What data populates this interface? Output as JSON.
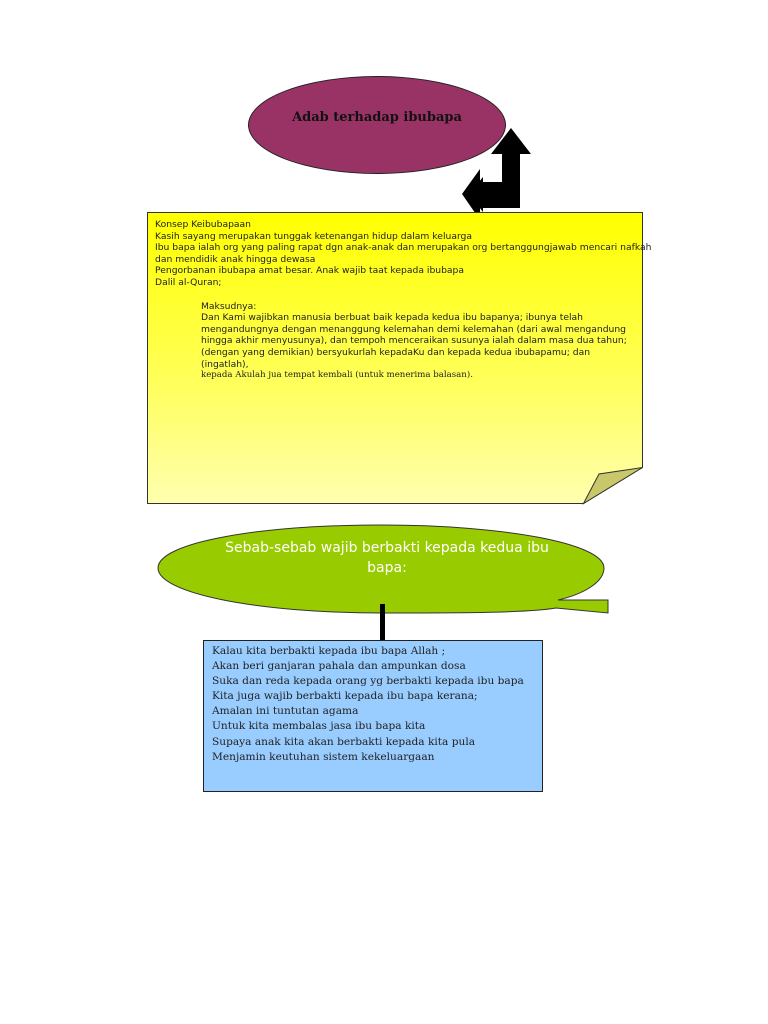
{
  "title": "Adab terhadap ibubapa",
  "note": {
    "lines": [
      "Konsep Keibubapaan",
      "Kasih sayang merupakan tunggak ketenangan hidup dalam keluarga",
      "Ibu bapa ialah org yang paling rapat dgn anak-anak dan merupakan org bertanggungjawab mencari nafkah",
      "dan mendidik anak hingga dewasa",
      "Pengorbanan ibubapa amat besar. Anak wajib taat kepada ibubapa",
      "Dalil al-Quran;"
    ],
    "maksud_label": "Maksudnya:",
    "maksud_text": "Dan Kami wajibkan manusia berbuat baik kepada kedua ibu bapanya; ibunya telah mengandungnya dengan menanggung kelemahan demi kelemahan (dari awal mengandung hingga akhir menyusunya), dan tempoh menceraikan susunya ialah dalam masa dua tahun; (dengan yang demikian) bersyukurlah kepadaKu dan kepada kedua ibubapamu; dan (ingatlah),",
    "maksud_end": "kepada Akulah jua tempat kembali (untuk menerima balasan)."
  },
  "callout": {
    "text": "Sebab-sebab wajib berbakti kepada kedua ibu bapa:"
  },
  "reasons": [
    "Kalau kita  berbakti kepada ibu bapa Allah ;",
    "Akan beri ganjaran pahala dan ampunkan dosa",
    "Suka dan reda kepada orang yg berbakti kepada ibu bapa",
    "Kita juga wajib berbakti kepada ibu bapa kerana;",
    "Amalan ini tuntutan agama",
    "Untuk kita membalas jasa ibu bapa kita",
    "Supaya anak kita akan berbakti kepada kita pula",
    "Menjamin keutuhan sistem kekeluargaan"
  ],
  "colors": {
    "title_fill": "#993366",
    "note_fill": "#ffff00",
    "callout_fill": "#99cc00",
    "reasons_fill": "#99ccff"
  }
}
